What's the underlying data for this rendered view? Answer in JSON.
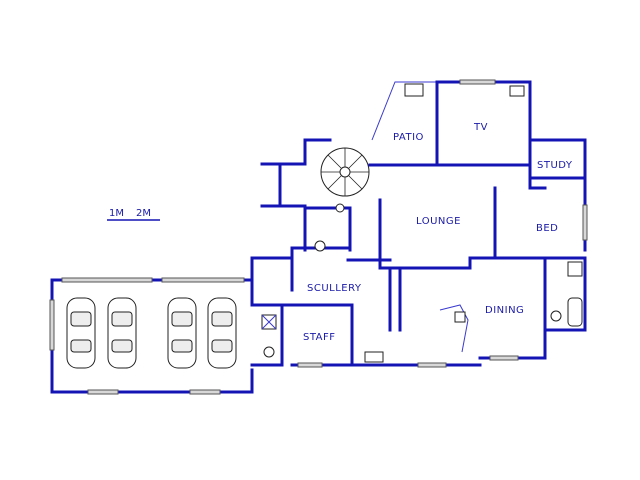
{
  "scale": {
    "mark_1": "1M",
    "mark_2": "2M"
  },
  "rooms": {
    "patio": "PATIO",
    "tv": "TV",
    "study": "STUDY",
    "lounge": "LOUNGE",
    "bed": "BED",
    "scullery": "SCULLERY",
    "dining": "DINING",
    "staff": "STAFF"
  },
  "colors": {
    "wall": "#1414b4",
    "label": "#1a1aa8"
  }
}
